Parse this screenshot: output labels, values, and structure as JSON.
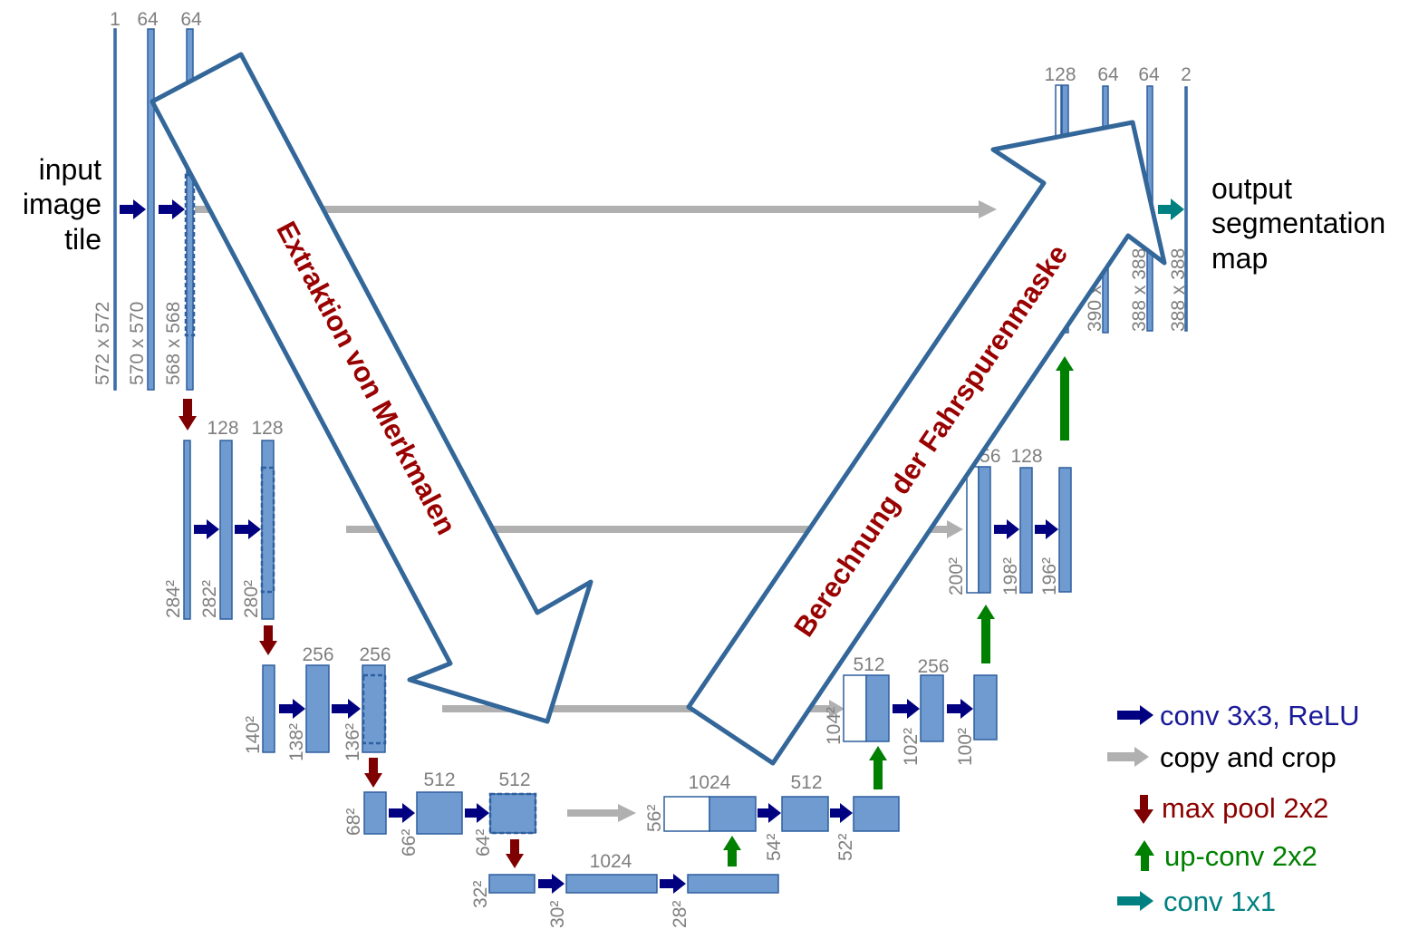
{
  "input_label": [
    "input",
    "image",
    "tile"
  ],
  "output_label": [
    "output",
    "segmentation",
    "map"
  ],
  "channels": {
    "l1": [
      "1",
      "64",
      "64"
    ],
    "l2": [
      "128",
      "128"
    ],
    "l3": [
      "256",
      "256"
    ],
    "l4": [
      "512",
      "512"
    ],
    "l5": [
      "1024"
    ],
    "u4": [
      "1024",
      "512"
    ],
    "u3": [
      "512",
      "256"
    ],
    "u2": [
      "256",
      "128"
    ],
    "u1": [
      "128",
      "64",
      "64",
      "2"
    ]
  },
  "sizes": {
    "l1": [
      "572 x 572",
      "570 x 570",
      "568 x 568"
    ],
    "l2": [
      "284²",
      "282²",
      "280²"
    ],
    "l3": [
      "140²",
      "138²",
      "136²"
    ],
    "l4": [
      "68²",
      "66²",
      "64²"
    ],
    "l5": [
      "32²",
      "30²",
      "28²"
    ],
    "u4": [
      "56²",
      "54²",
      "52²"
    ],
    "u3": [
      "104²",
      "102²",
      "100²"
    ],
    "u2": [
      "200²",
      "198²",
      "196²"
    ],
    "u1": [
      "390 x 390",
      "388 x 388",
      "388 x 388"
    ]
  },
  "overlay": {
    "encoder_label": "Extraktion von Merkmalen",
    "decoder_label": "Berechnung der Fahrspurenmaske"
  },
  "legend": [
    {
      "label": "conv 3x3, ReLU",
      "color": "#000080"
    },
    {
      "label": "copy and crop",
      "color": "#b0b0b0"
    },
    {
      "label": "max pool 2x2",
      "color": "#7f0000"
    },
    {
      "label": "up-conv 2x2",
      "color": "#008000"
    },
    {
      "label": "conv 1x1",
      "color": "#008080"
    }
  ]
}
